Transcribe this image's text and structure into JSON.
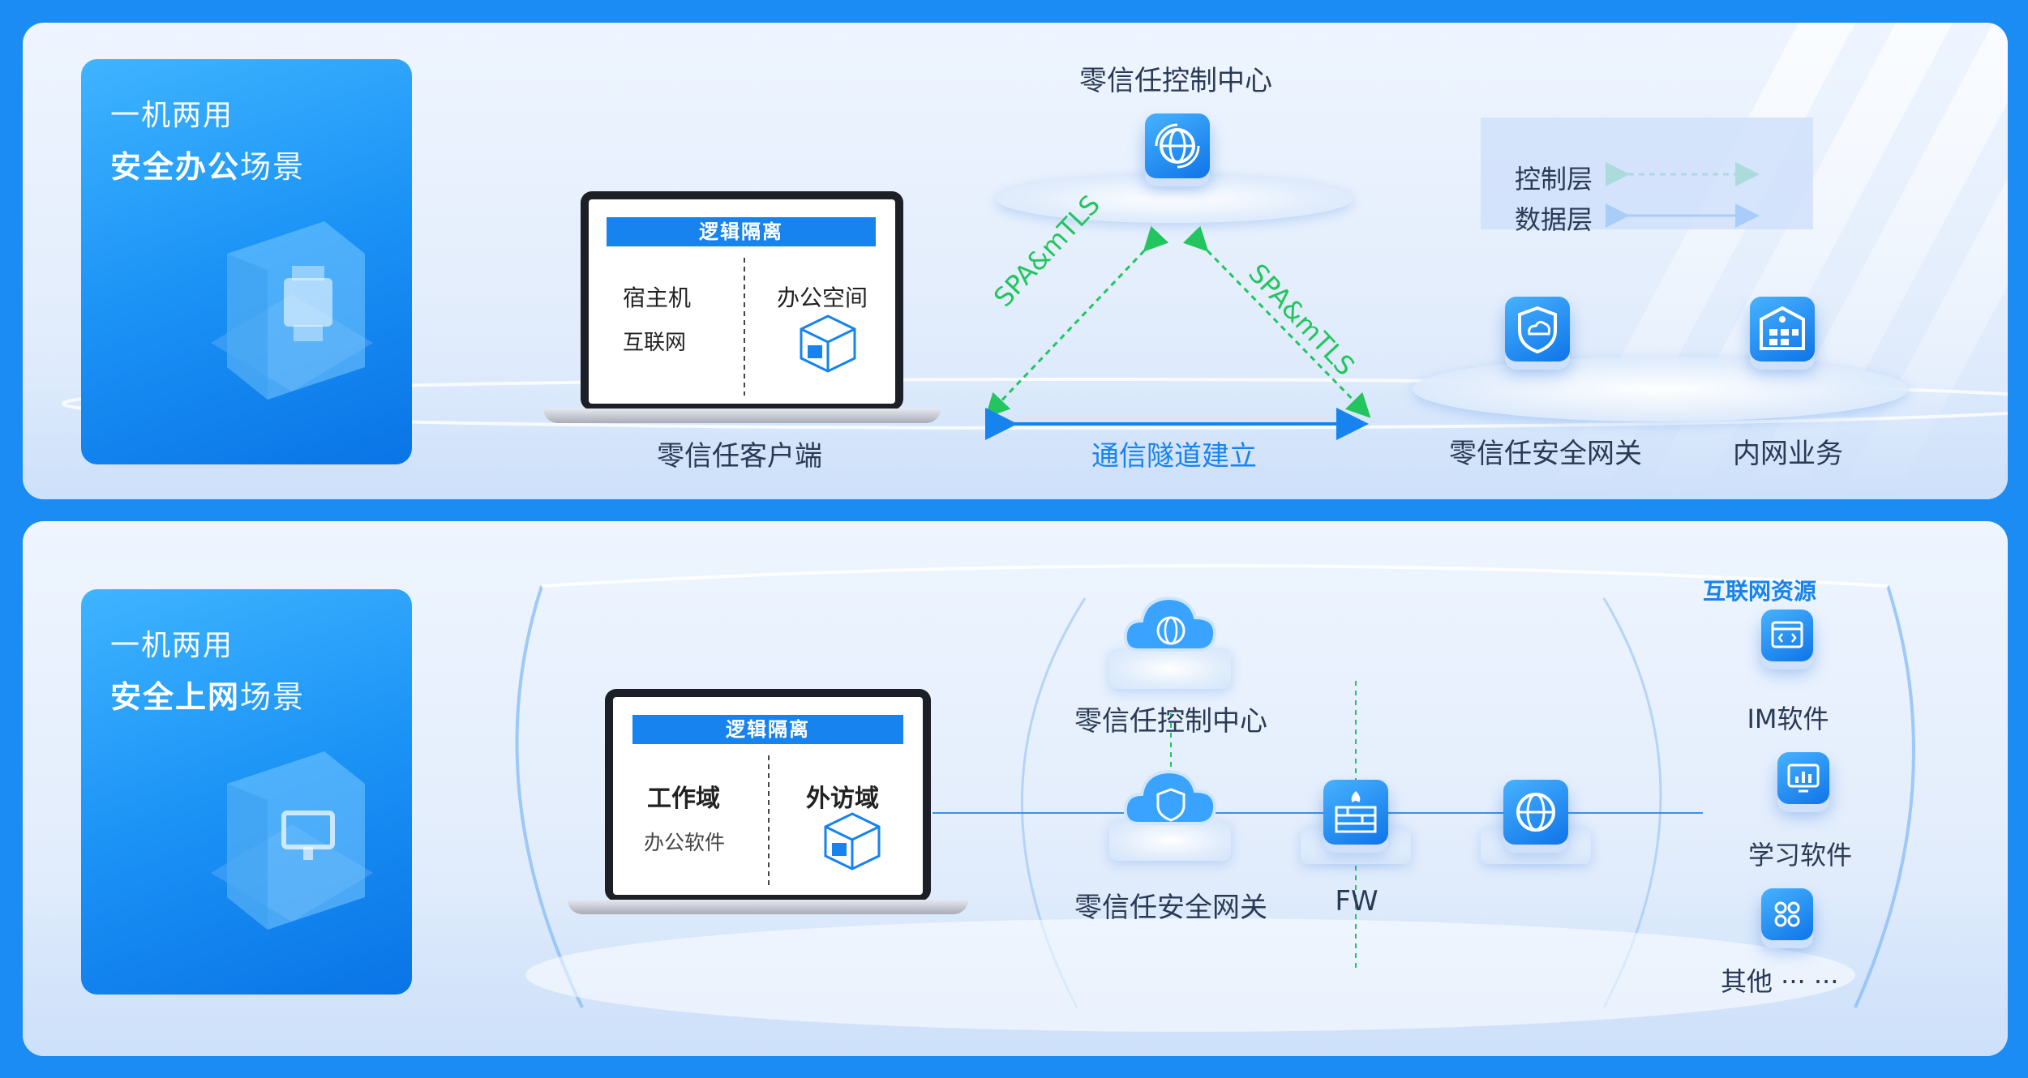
{
  "scene1": {
    "line1": "一机两用",
    "line2_bold": "安全办公",
    "line2_rest": "场景"
  },
  "scene2": {
    "line1": "一机两用",
    "line2_bold": "安全上网",
    "line2_rest": "场景"
  },
  "top": {
    "control_center": "零信任控制中心",
    "isolation": "逻辑隔离",
    "host": "宿主机",
    "internet": "互联网",
    "office_space": "办公空间",
    "client": "零信任客户端",
    "tunnel": "通信隧道建立",
    "spa_left": "SPA&mTLS",
    "spa_right": "SPA&mTLS",
    "gateway": "零信任安全网关",
    "intranet": "内网业务",
    "legend": {
      "control": "控制层",
      "data": "数据层"
    }
  },
  "bottom": {
    "isolation": "逻辑隔离",
    "work_domain": "工作域",
    "office_software": "办公软件",
    "external_domain": "外访域",
    "control_center": "零信任控制中心",
    "gateway": "零信任安全网关",
    "fw": "FW",
    "internet_resources": "互联网资源",
    "im": "IM软件",
    "study": "学习软件",
    "other": "其他 ··· ···"
  },
  "colors": {
    "primary": "#1683ef",
    "green": "#22c55e",
    "text": "#2a3a55",
    "panel_bg": "#eef5ff"
  }
}
